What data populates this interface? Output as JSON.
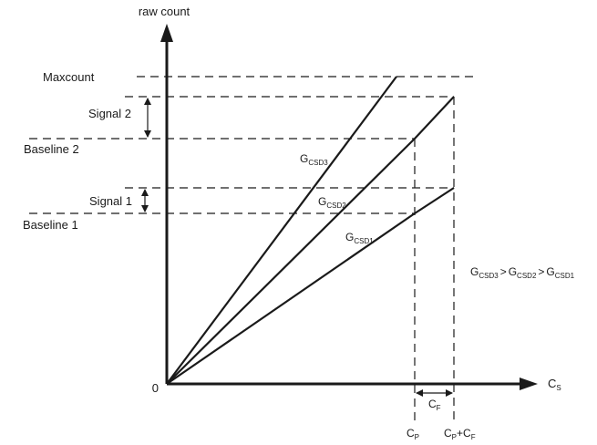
{
  "axes": {
    "y_label": "raw count",
    "x_label": {
      "base": "C",
      "sub": "S"
    },
    "origin_label": "0"
  },
  "levels": {
    "maxcount": "Maxcount",
    "signal_2": "Signal 2",
    "baseline_2": "Baseline 2",
    "signal_1": "Signal 1",
    "baseline_1": "Baseline 1"
  },
  "gain_lines": [
    {
      "base": "G",
      "sub": "CSD3"
    },
    {
      "base": "G",
      "sub": "CSD2"
    },
    {
      "base": "G",
      "sub": "CSD1"
    }
  ],
  "relation": {
    "g3": {
      "base": "G",
      "sub": "CSD3"
    },
    "g2": {
      "base": "G",
      "sub": "CSD2"
    },
    "g1": {
      "base": "G",
      "sub": "CSD1"
    },
    "gt": ">"
  },
  "x_markers": {
    "cf": {
      "base": "C",
      "sub": "F"
    },
    "cp": {
      "base": "C",
      "sub": "P"
    },
    "cp_plus_cf": {
      "base1": "C",
      "sub1": "P",
      "plus": "+",
      "base2": "C",
      "sub2": "F"
    }
  },
  "colors": {
    "stroke": "#1a1a1a",
    "background": "#ffffff"
  }
}
